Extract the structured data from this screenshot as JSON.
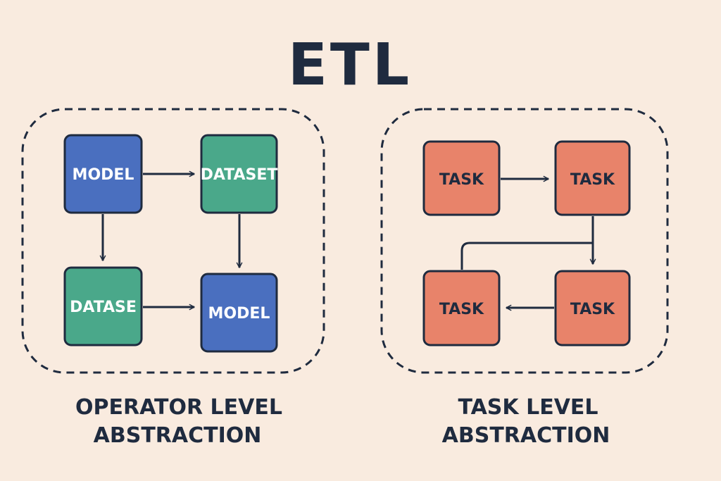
{
  "title": "ETL",
  "colors": {
    "background": "#f9ebdf",
    "ink": "#1f2b3f",
    "model": "#4a6fbf",
    "dataset": "#4aa88a",
    "task": "#e8836a",
    "model_text": "#ffffff",
    "dataset_text": "#ffffff",
    "task_text": "#1f2b3f"
  },
  "operator_panel": {
    "caption_line1": "OPERATOR LEVEL",
    "caption_line2": "ABSTRACTION",
    "nodes": [
      {
        "label": "MODEL",
        "kind": "model"
      },
      {
        "label": "DATASET",
        "kind": "dataset"
      },
      {
        "label": "DATASE",
        "kind": "dataset"
      },
      {
        "label": "MODEL",
        "kind": "model"
      }
    ]
  },
  "task_panel": {
    "caption_line1": "TASK LEVEL",
    "caption_line2": "ABSTRACTION",
    "nodes": [
      {
        "label": "TASK",
        "kind": "task"
      },
      {
        "label": "TASK",
        "kind": "task"
      },
      {
        "label": "TASK",
        "kind": "task"
      },
      {
        "label": "TASK",
        "kind": "task"
      }
    ]
  }
}
